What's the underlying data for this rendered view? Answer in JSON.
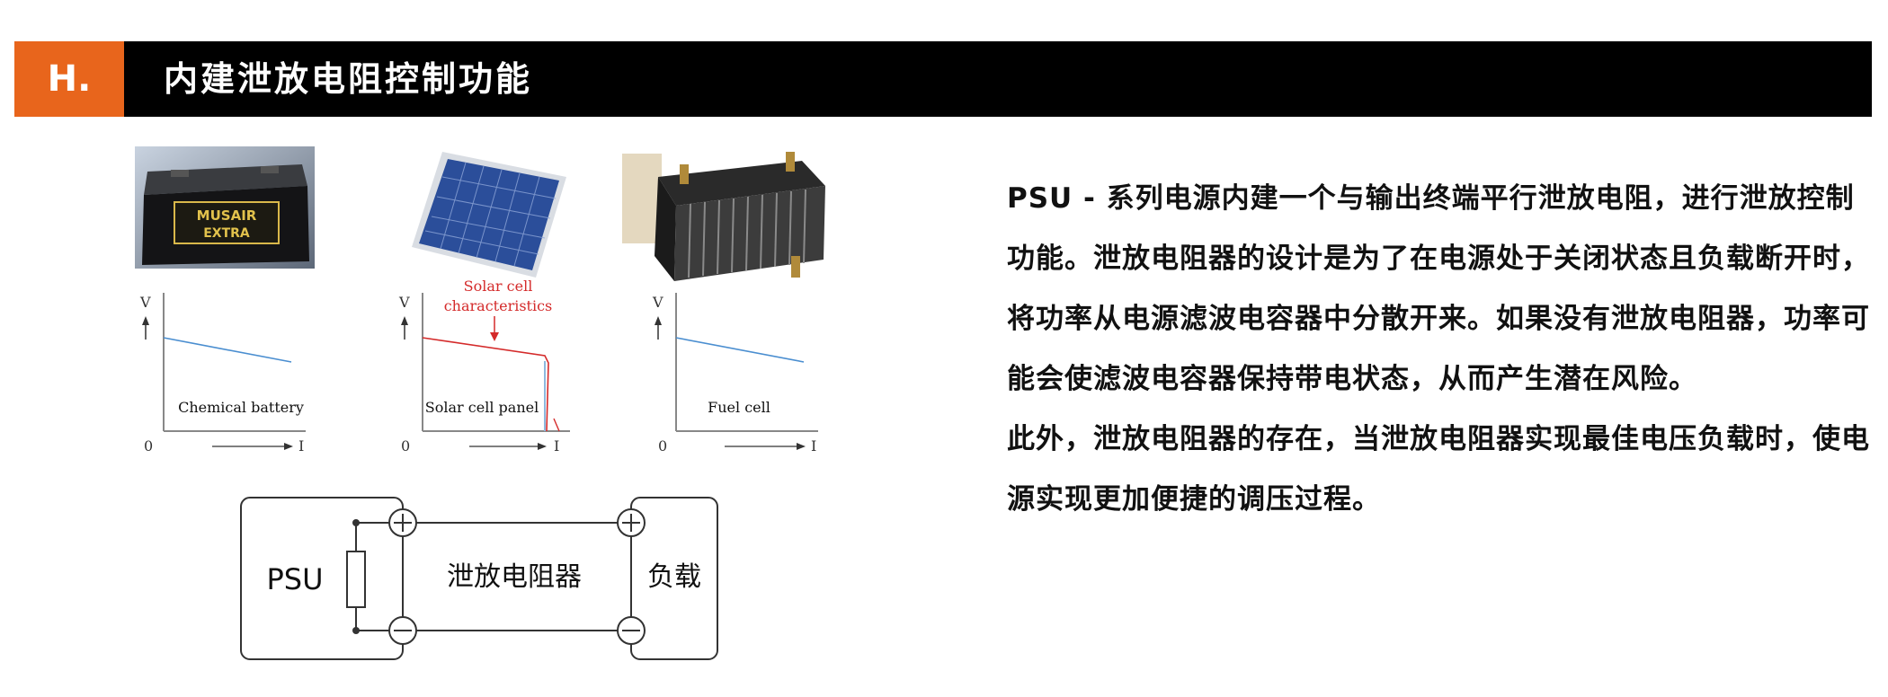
{
  "header": {
    "badge": "H.",
    "title": "内建泄放电阻控制功能",
    "colors": {
      "badge_bg": "#e8651c",
      "bar_bg": "#000000"
    }
  },
  "figures": {
    "battery_label_lines": [
      "MUSAIR",
      "EXTRA"
    ],
    "charts": [
      {
        "caption": "Chemical battery",
        "y_axis": "V",
        "x_axis": "I",
        "origin": "0",
        "line_color": "#4a8ed0"
      },
      {
        "caption": "Solar cell panel",
        "y_axis": "V",
        "x_axis": "I",
        "origin": "0",
        "annotation_line1": "Solar cell",
        "annotation_line2": "characteristics",
        "line_color": "#d42a2a",
        "drop_color": "#8db8de"
      },
      {
        "caption": "Fuel cell",
        "y_axis": "V",
        "x_axis": "I",
        "origin": "0",
        "line_color": "#4a8ed0"
      }
    ]
  },
  "circuit": {
    "psu_label": "PSU",
    "resistor_label": "泄放电阻器",
    "load_label": "负载"
  },
  "description": {
    "paragraph1": "PSU - 系列电源内建一个与输出终端平行泄放电阻，进行泄放控制功能。泄放电阻器的设计是为了在电源处于关闭状态且负载断开时，将功率从电源滤波电容器中分散开来。如果没有泄放电阻器，功率可能会使滤波电容器保持带电状态，从而产生潜在风险。",
    "paragraph2": "此外，泄放电阻器的存在，当泄放电阻器实现最佳电压负载时，使电源实现更加便捷的调压过程。"
  }
}
